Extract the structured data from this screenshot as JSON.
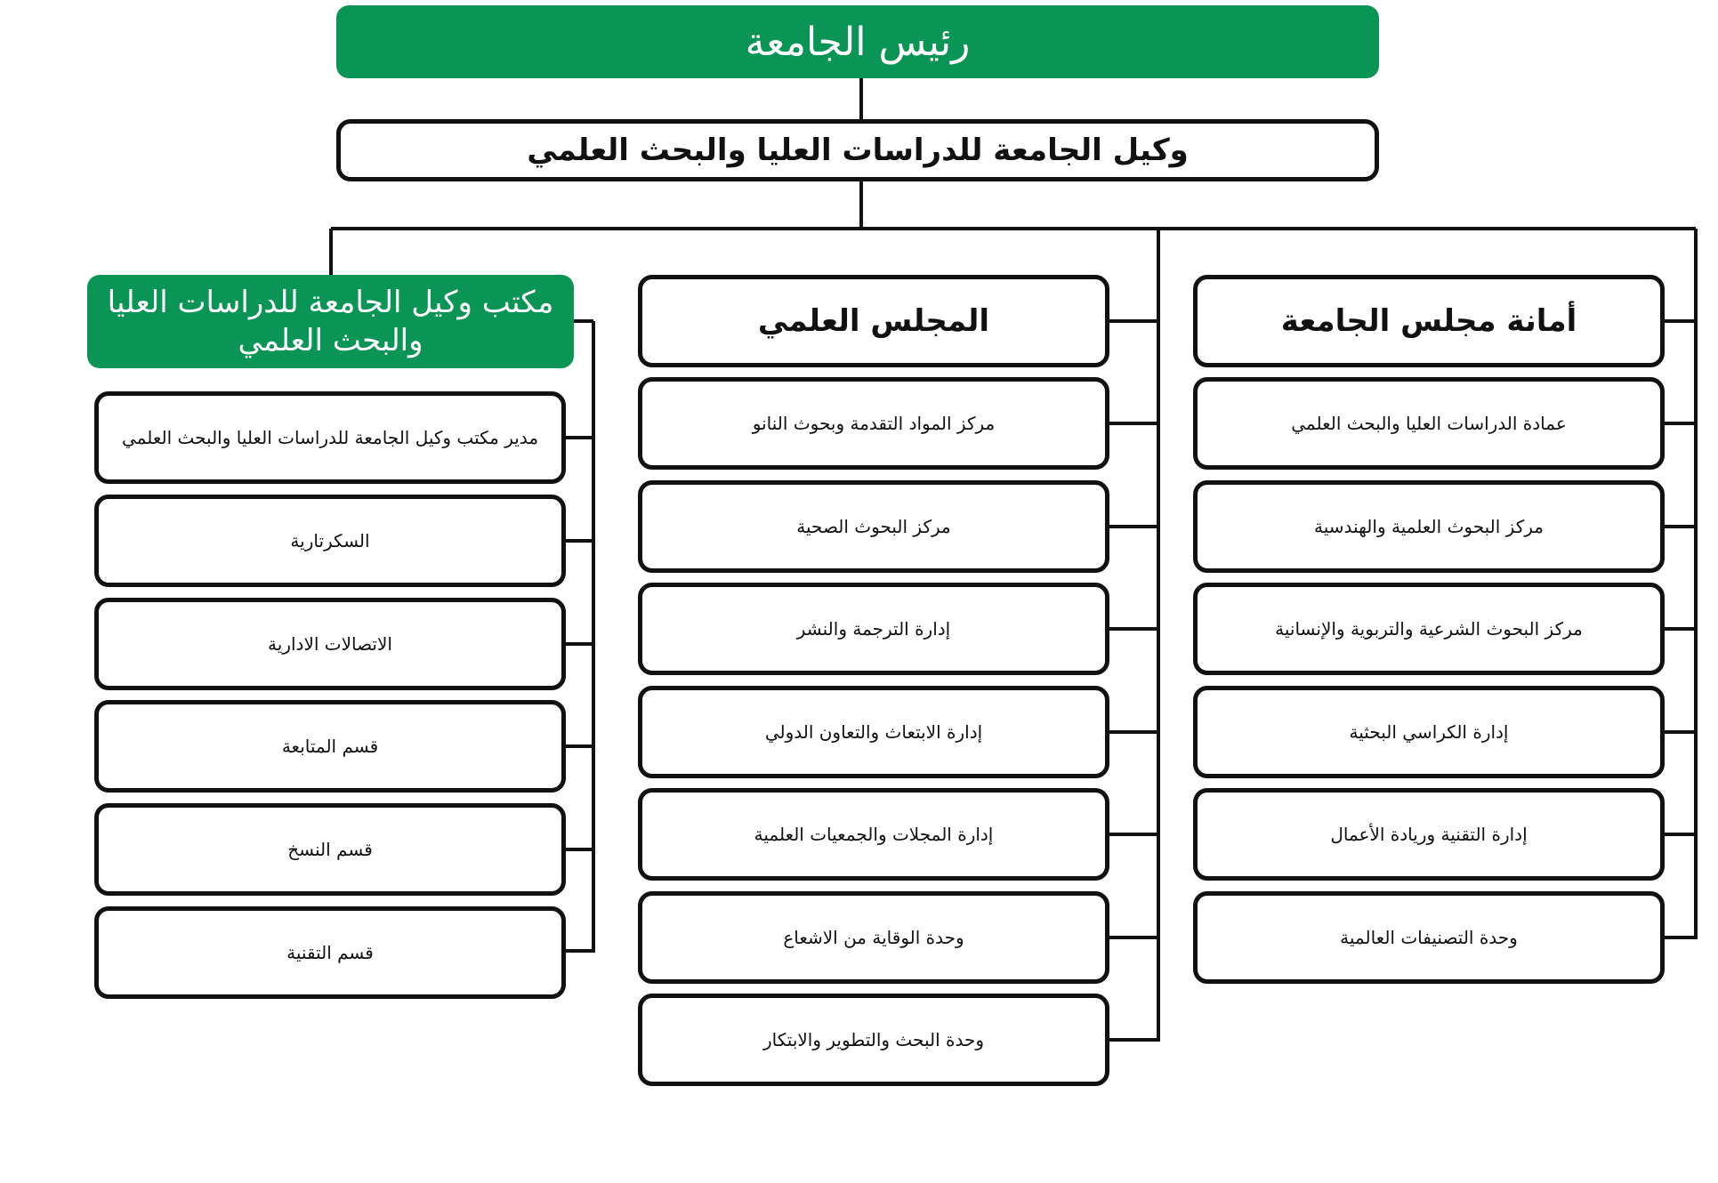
{
  "president": "رئيس الجامعة",
  "vice_president": "وكيل الجامعة للدراسات العليا والبحث العلمي",
  "columns": {
    "office": {
      "title": "مكتب وكيل الجامعة للدراسات العليا والبحث العلمي",
      "items": [
        "مدير مكتب وكيل الجامعة للدراسات العليا والبحث العلمي",
        "السكرتارية",
        "الاتصالات الادارية",
        "قسم المتابعة",
        "قسم النسخ",
        "قسم التقنية"
      ]
    },
    "council": {
      "title": "المجلس العلمي",
      "items": [
        "مركز المواد التقدمة وبحوث النانو",
        "مركز البحوث الصحية",
        "إدارة الترجمة والنشر",
        "إدارة الابتعاث والتعاون الدولي",
        "إدارة المجلات والجمعيات العلمية",
        "وحدة الوقاية من الاشعاع",
        "وحدة البحث والتطوير والابتكار"
      ]
    },
    "secretariat": {
      "title": "أمانة مجلس الجامعة",
      "items": [
        "عمادة الدراسات العليا والبحث العلمي",
        "مركز البحوث العلمية والهندسية",
        "مركز البحوث الشرعية والتربوية والإنسانية",
        "إدارة الكراسي البحثية",
        "إدارة التقنية وريادة الأعمال",
        "وحدة التصنيفات العالمية"
      ]
    }
  },
  "colors": {
    "accent_green": "#0a9456",
    "line": "#111111"
  }
}
